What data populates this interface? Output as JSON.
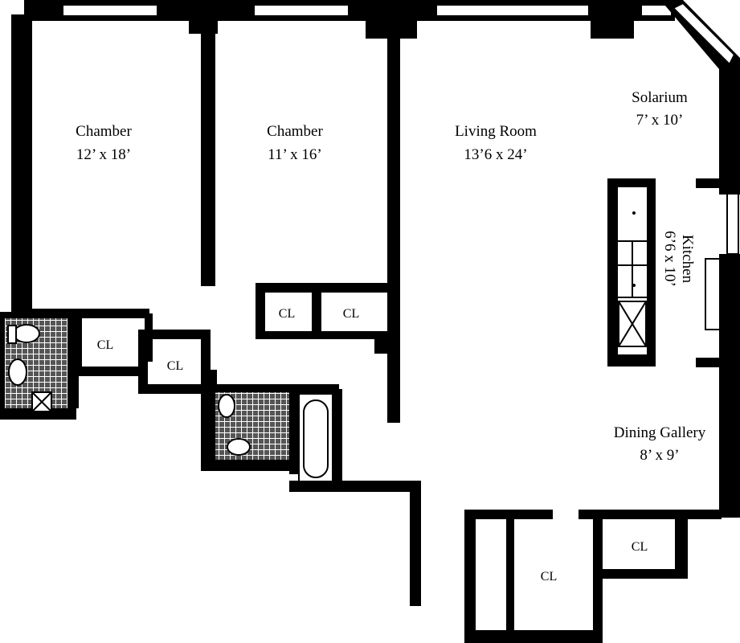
{
  "rooms": {
    "chamber1": {
      "name": "Chamber",
      "dim": "12’ x 18’"
    },
    "chamber2": {
      "name": "Chamber",
      "dim": "11’ x 16’"
    },
    "living": {
      "name": "Living Room",
      "dim": "13’6 x 24’"
    },
    "solarium": {
      "name": "Solarium",
      "dim": "7’ x 10’"
    },
    "kitchen": {
      "name": "Kitchen",
      "dim": "6’6 x 10’"
    },
    "dining": {
      "name": "Dining Gallery",
      "dim": "8’ x 9’"
    }
  },
  "closets": {
    "cl1": "CL",
    "cl2": "CL",
    "cl3": "CL",
    "cl4": "CL",
    "cl5": "CL",
    "cl6": "CL"
  },
  "colors": {
    "wall": "#000000",
    "floor": "#ffffff",
    "tile": "#555555"
  }
}
